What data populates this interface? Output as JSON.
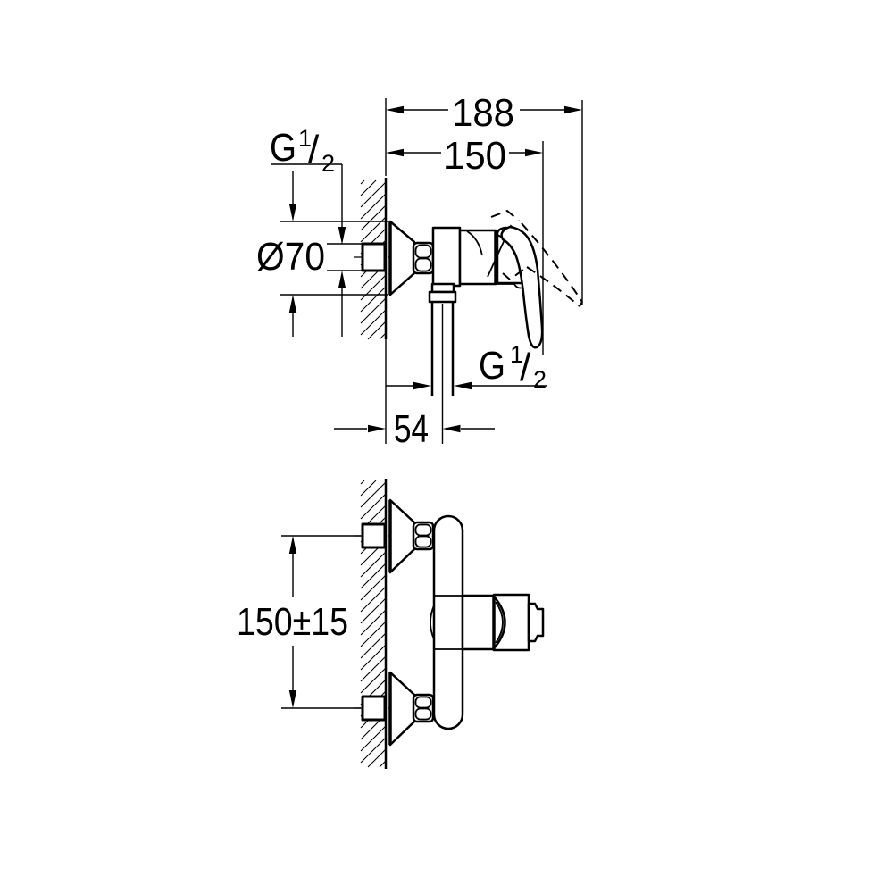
{
  "page": {
    "background_color": "#ffffff",
    "ink_color": "#000000"
  },
  "labels": {
    "overall_depth": "188",
    "depth_to_handle": "150",
    "wall_thread": {
      "prefix": "G",
      "numerator": "1",
      "slash": "/",
      "denominator": "2"
    },
    "escutcheon_diameter": "Ø70",
    "outlet_thread": {
      "prefix": "G",
      "numerator": "1",
      "slash": "/",
      "denominator": "2"
    },
    "outlet_offset": "54",
    "connection_spacing": "150±15"
  }
}
